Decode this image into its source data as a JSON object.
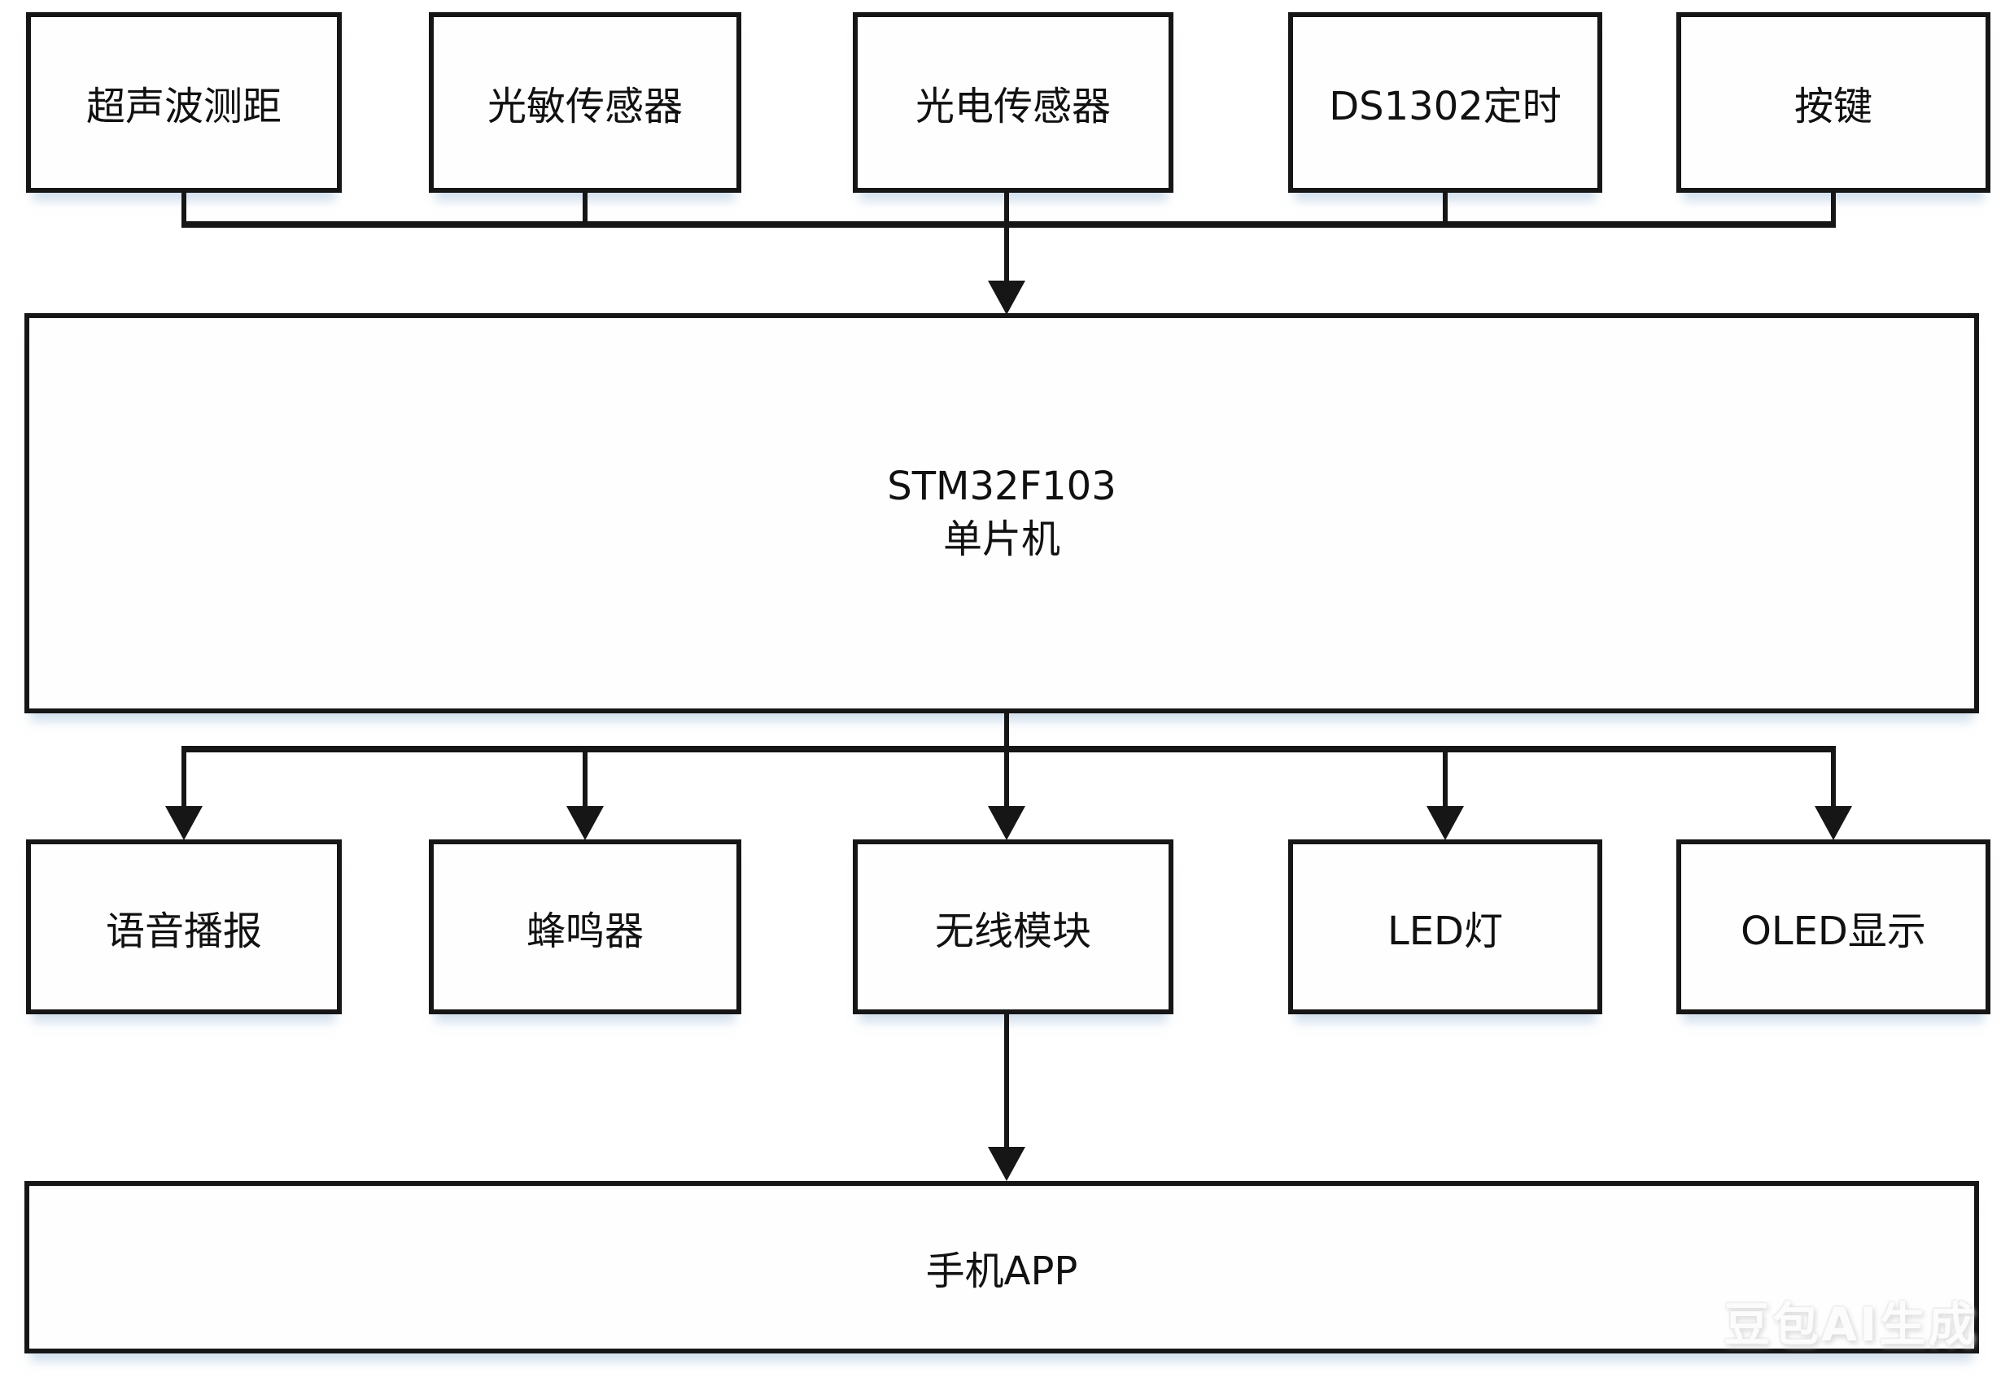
{
  "diagram": {
    "top_row": [
      {
        "label": "超声波测距"
      },
      {
        "label": "光敏传感器"
      },
      {
        "label": "光电传感器"
      },
      {
        "label": "DS1302定时"
      },
      {
        "label": "按键"
      }
    ],
    "mcu": {
      "line1": "STM32F103",
      "line2": "单片机"
    },
    "bottom_row": [
      {
        "label": "语音播报"
      },
      {
        "label": "蜂鸣器"
      },
      {
        "label": "无线模块"
      },
      {
        "label": "LED灯"
      },
      {
        "label": "OLED显示"
      }
    ],
    "phone": {
      "label": "手机APP"
    },
    "watermark": "豆包AI生成",
    "colors": {
      "line": "#161616",
      "background": "#ffffff",
      "box_shadow": "#a8c2de"
    }
  }
}
